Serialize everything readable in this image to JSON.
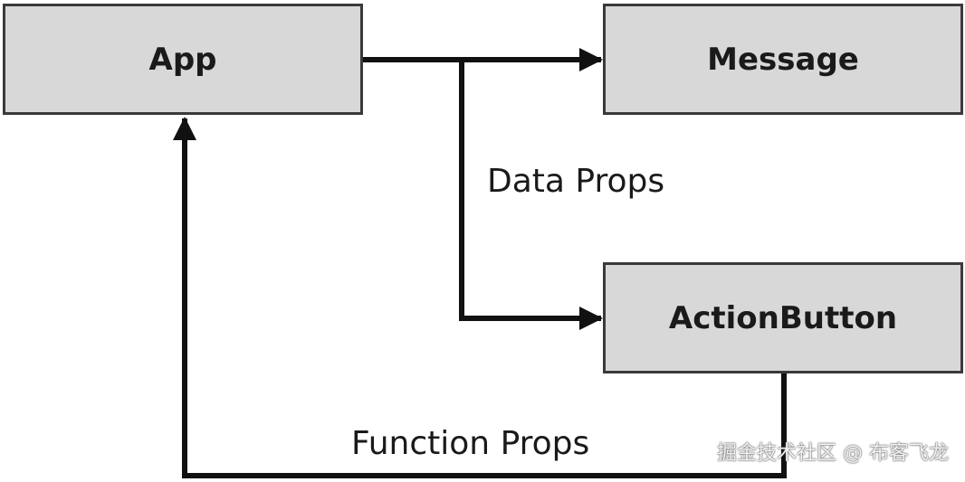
{
  "nodes": {
    "app": "App",
    "message": "Message",
    "action_button": "ActionButton"
  },
  "labels": {
    "data_props": "Data Props",
    "function_props": "Function Props"
  },
  "watermark": "掘金技术社区 @ 布客飞龙",
  "colors": {
    "node_fill": "#d8d8d8",
    "node_border": "#3a3a3a",
    "line": "#111111"
  }
}
